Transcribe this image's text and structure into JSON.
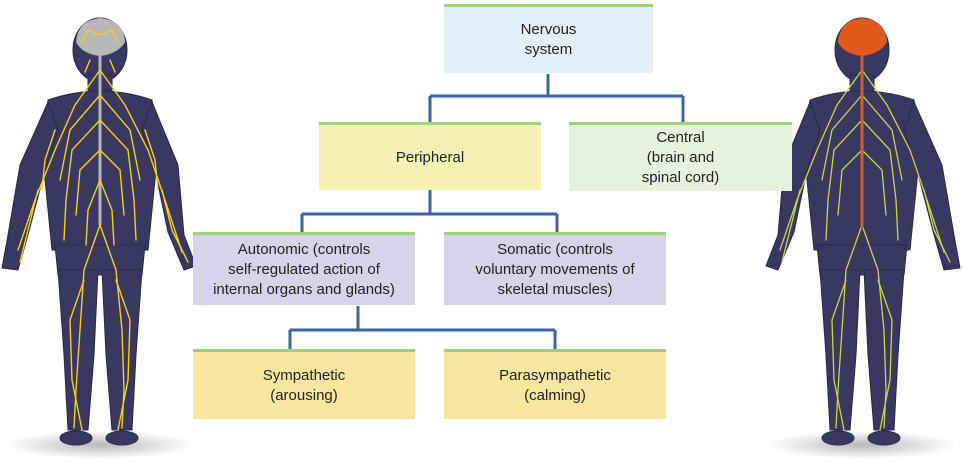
{
  "diagram": {
    "nodes": {
      "nervous_system": "Nervous\nsystem",
      "peripheral": "Peripheral",
      "central": "Central\n(brain and\nspinal cord)",
      "autonomic": "Autonomic (controls\nself-regulated action of\ninternal organs and glands)",
      "somatic": "Somatic (controls\nvoluntary movements of\nskeletal muscles)",
      "sympathetic": "Sympathetic\n(arousing)",
      "parasympathetic": "Parasympathetic\n(calming)"
    },
    "colors": {
      "connector": "#3b63a8",
      "top_border": "#9dd17a",
      "nervous_system_fill": "#e2f0fa",
      "peripheral_fill": "#f5f0b4",
      "central_fill": "#e7f2dc",
      "autonomic_somatic_fill": "#d8d3e8",
      "sympathetic_parasympathetic_fill": "#f7e6a0",
      "body_fill": "#3a3860",
      "nerve_color": "#f2d21a",
      "brain_left": "#b7b7b7",
      "brain_right": "#e05a1c"
    }
  }
}
